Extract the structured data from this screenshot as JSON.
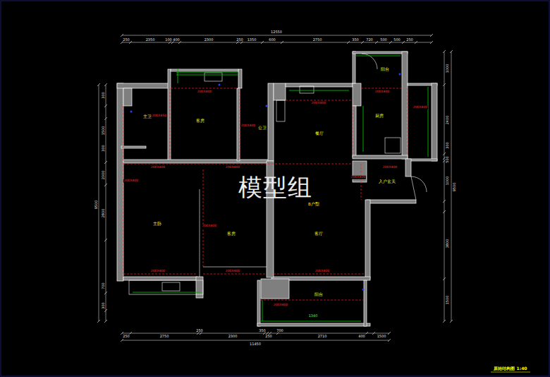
{
  "diagram": {
    "title": "原始结构图 1:40",
    "labels": [
      "12550",
      "250",
      "2350",
      "100",
      "400",
      "2300",
      "250",
      "1350",
      "600",
      "2750",
      "350",
      "720",
      "500",
      "500",
      "250",
      "11450",
      "250",
      "2750",
      "250",
      "2300",
      "350",
      "250",
      "700",
      "2710",
      "400",
      "1500",
      "9500",
      "300",
      "1500",
      "300",
      "2000",
      "2800",
      "700",
      "300",
      "9500",
      "1000",
      "2400",
      "300",
      "500",
      "1000",
      "3800",
      "1500",
      "主卫",
      "客房",
      "公卫",
      "餐厅",
      "厨房",
      "阳台",
      "入户玄关",
      "主卧",
      "客房",
      "B户型",
      "客厅",
      "阳台",
      "200X450",
      "200X400",
      "200X400",
      "200X400",
      "200X400",
      "200X400",
      "200X400",
      "200X400",
      "200X400",
      "200X400",
      "200X400",
      "200X400",
      "200X400",
      "200X400",
      "200X400",
      "200X400",
      "1340",
      "模型组"
    ]
  }
}
